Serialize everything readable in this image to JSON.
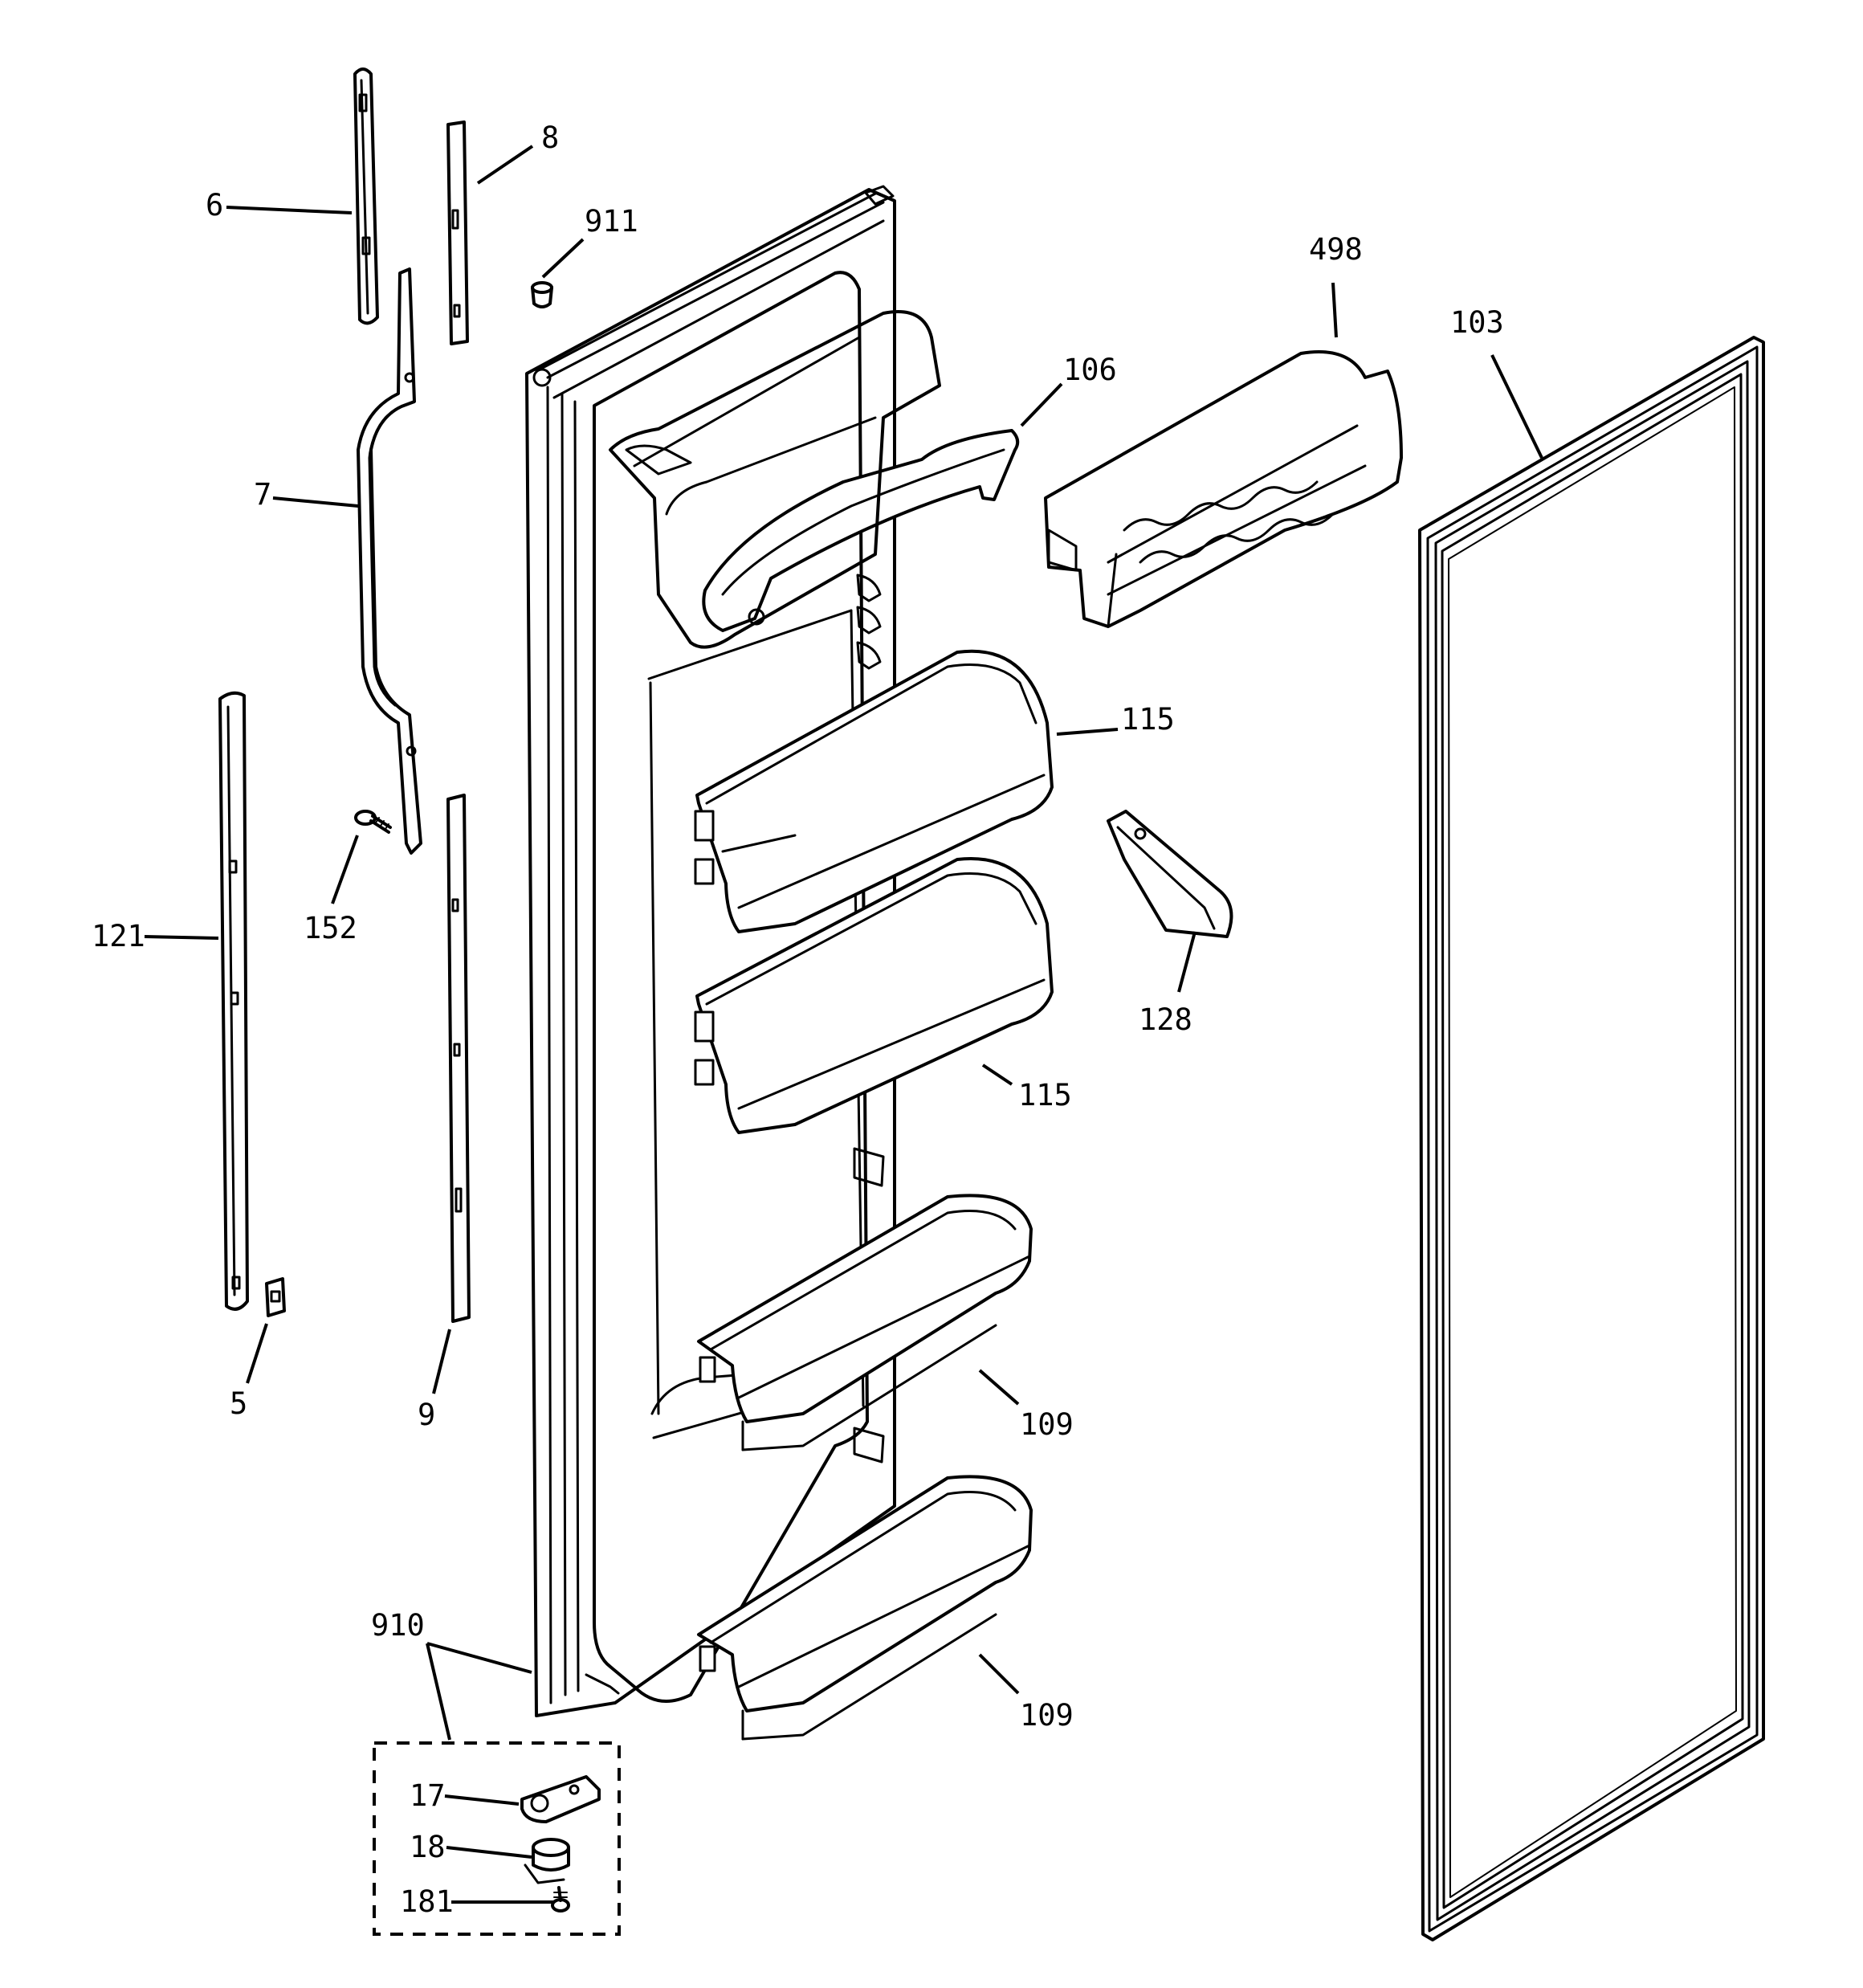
{
  "callouts": {
    "c6": "6",
    "c8": "8",
    "c911": "911",
    "c498": "498",
    "c103": "103",
    "c106": "106",
    "c7": "7",
    "c115a": "115",
    "c115b": "115",
    "c121": "121",
    "c152": "152",
    "c128": "128",
    "c5": "5",
    "c9": "9",
    "c109a": "109",
    "c109b": "109",
    "c910": "910",
    "c17": "17",
    "c18": "18",
    "c181": "181"
  }
}
